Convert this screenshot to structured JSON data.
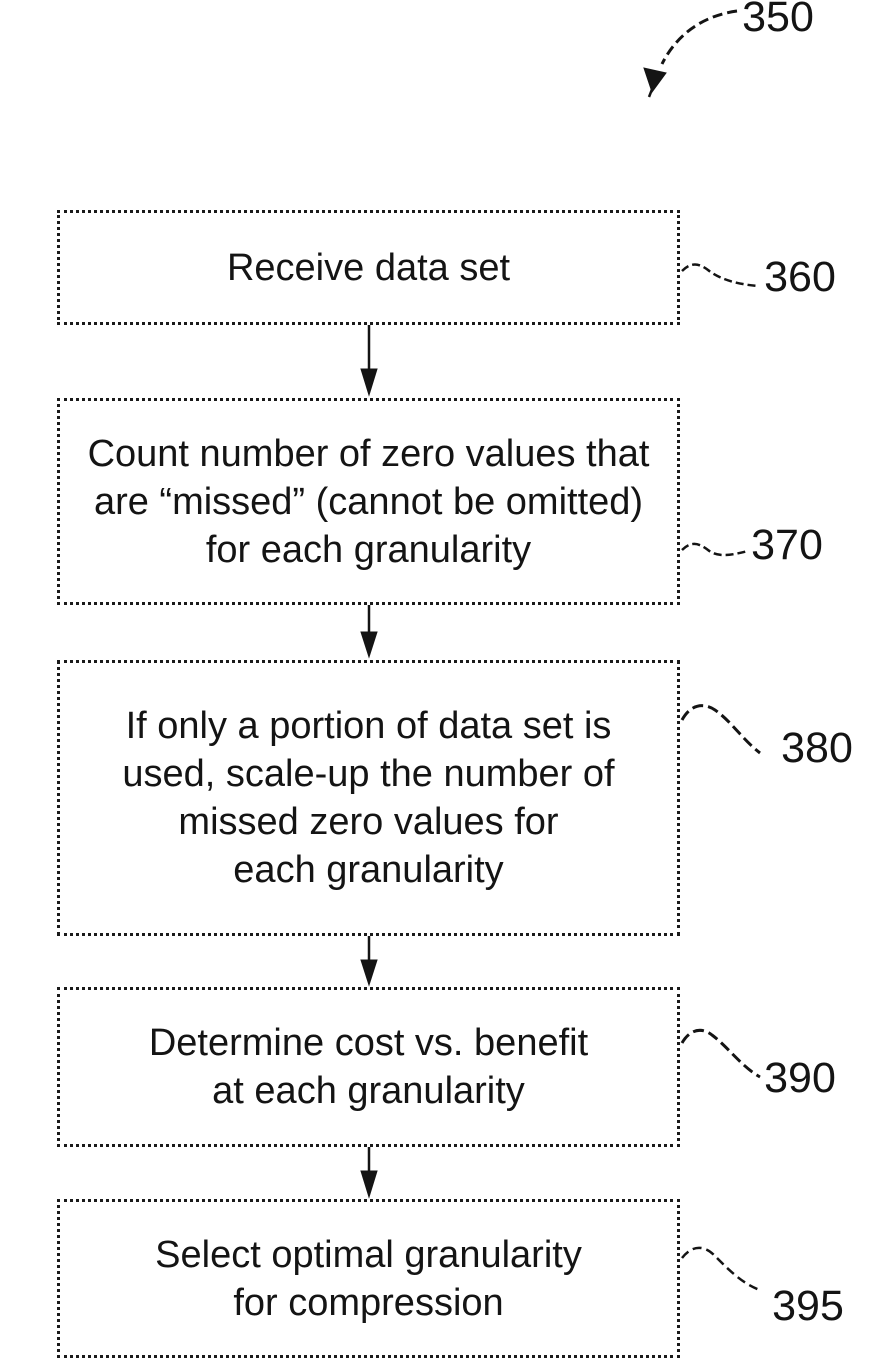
{
  "figure": {
    "ref": "350",
    "ink_color": "#141414",
    "background_color": "#ffffff"
  },
  "steps": [
    {
      "ref": "360",
      "lines": [
        "Receive data set"
      ]
    },
    {
      "ref": "370",
      "lines": [
        "Count number of zero values that",
        "are “missed” (cannot be omitted)",
        "for each granularity"
      ]
    },
    {
      "ref": "380",
      "lines": [
        "If only a portion of data set is",
        "used, scale-up the number of",
        "missed zero values for",
        "each granularity"
      ]
    },
    {
      "ref": "390",
      "lines": [
        "Determine cost vs. benefit",
        "at each granularity"
      ]
    },
    {
      "ref": "395",
      "lines": [
        "Select optimal granularity",
        "for compression"
      ]
    }
  ]
}
